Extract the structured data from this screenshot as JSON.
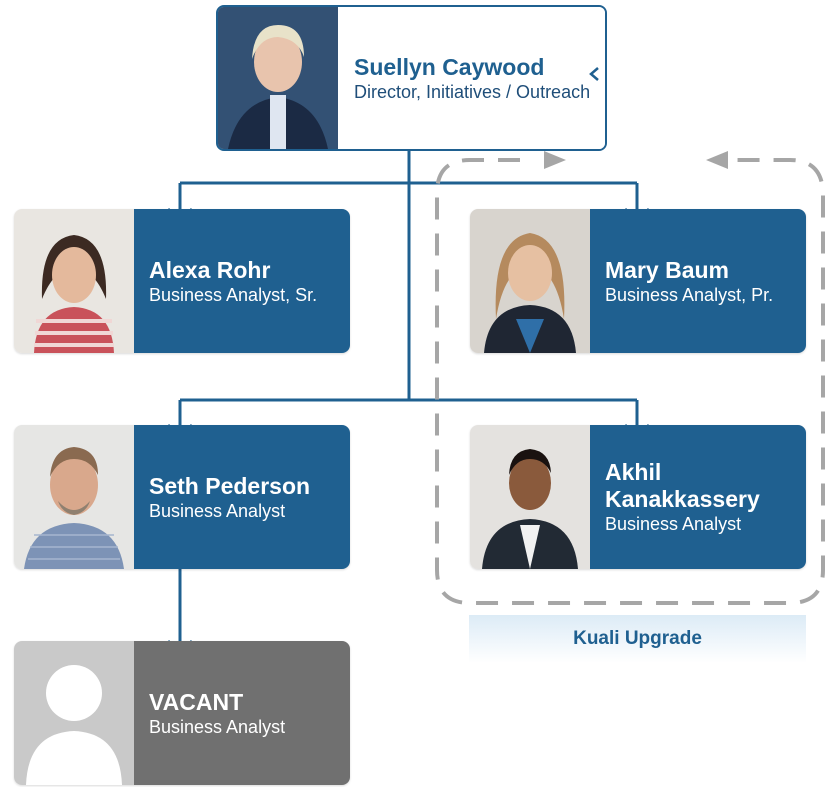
{
  "manager": {
    "name": "Suellyn Caywood",
    "title": "Director, Initiatives / Outreach"
  },
  "reports": [
    {
      "name": "Alexa Rohr",
      "title": "Business Analyst, Sr."
    },
    {
      "name": "Mary Baum",
      "title": "Business Analyst, Pr."
    },
    {
      "name": "Seth Pederson",
      "title": "Business Analyst"
    },
    {
      "name": "Akhil Kanakkassery",
      "title": "Business Analyst"
    },
    {
      "name": "VACANT",
      "title": "Business Analyst"
    }
  ],
  "group": {
    "label": "Kuali Upgrade"
  },
  "colors": {
    "card_blue": "#1f6090",
    "card_gray": "#707070",
    "connector": "#1f6090",
    "dashed_border": "#a6a6a6"
  },
  "icons": {
    "collapse": "chevron-left-icon",
    "placeholder": "person-silhouette-icon"
  }
}
